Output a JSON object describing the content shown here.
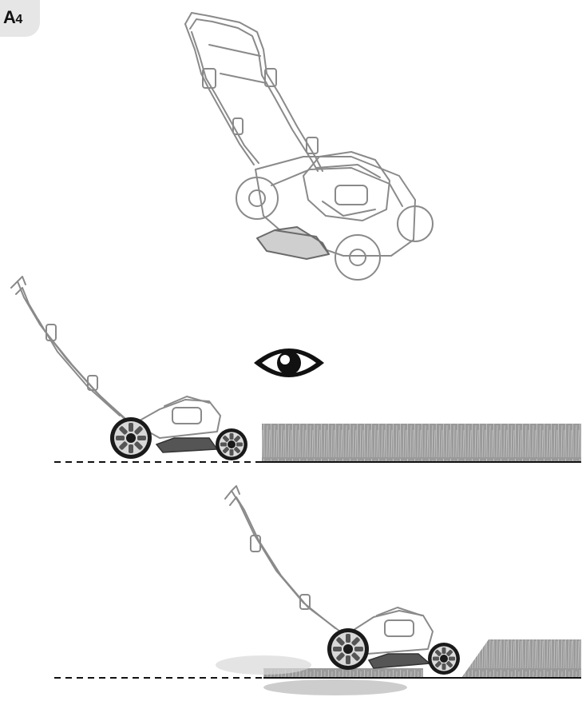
{
  "section_tab": {
    "label_main": "A",
    "label_sub": "4"
  },
  "figures": [
    {
      "name": "mower-with-mulching-plate",
      "icon": "lawn-mower-perspective"
    },
    {
      "name": "eye-symbol",
      "icon": "eye-icon"
    },
    {
      "name": "mower-approaching-tall-grass",
      "icon": "lawn-mower-side"
    },
    {
      "name": "mower-lifted-front-in-grass",
      "icon": "lawn-mower-side-tilted"
    }
  ],
  "colors": {
    "ink": "#111111",
    "line_gray": "#8a8a8a",
    "grass": "#a0a0a0",
    "tab_bg": "#e6e6e6"
  }
}
